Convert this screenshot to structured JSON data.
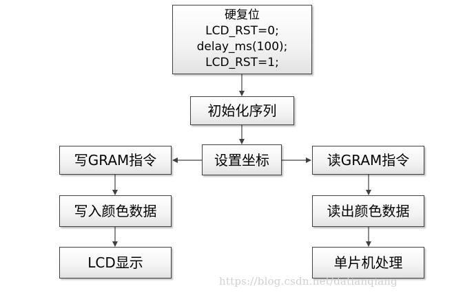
{
  "boxes": {
    "hard_reset": {
      "title": "硬复位",
      "line1": "LCD_RST=0;",
      "line2": "delay_ms(100);",
      "line3": "LCD_RST=1;"
    },
    "init_sequence": "初始化序列",
    "set_coordinates": "设置坐标",
    "write_gram_cmd": "写GRAM指令",
    "write_color_data": "写入颜色数据",
    "lcd_display": "LCD显示",
    "read_gram_cmd": "读GRAM指令",
    "read_color_data": "读出颜色数据",
    "mcu_process": "单片机处理"
  },
  "watermark": "https://blog.csdn.net/datianqiang",
  "colors": {
    "stroke": "#404040",
    "fill_top": "#ffffff",
    "fill_bottom": "#e2e2e2",
    "watermark": "#d0d0d0"
  }
}
